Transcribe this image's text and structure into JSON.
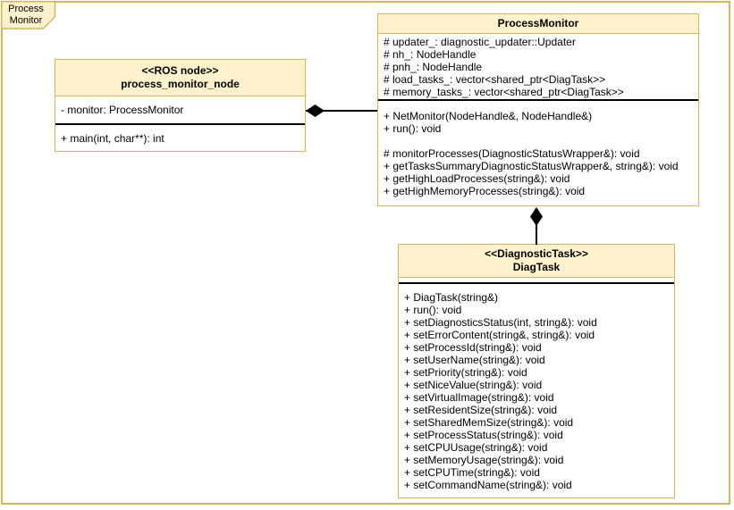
{
  "frame": {
    "label": "Process Monitor"
  },
  "classes": {
    "node": {
      "stereotype": "<<ROS node>>",
      "name": "process_monitor_node",
      "attributes": [
        "- monitor: ProcessMonitor"
      ],
      "methods": [
        "+ main(int, char**): int"
      ]
    },
    "monitor": {
      "name": "ProcessMonitor",
      "attributes": [
        "# updater_: diagnostic_updater::Updater",
        "# nh_: NodeHandle",
        "# pnh_: NodeHandle",
        "# load_tasks_: vector<shared_ptr<DiagTask>>",
        "# memory_tasks_: vector<shared_ptr<DiagTask>>"
      ],
      "methods": [
        "+ NetMonitor(NodeHandle&, NodeHandle&)",
        "+ run(): void",
        "",
        "# monitorProcesses(DiagnosticStatusWrapper&): void",
        "+ getTasksSummaryDiagnosticStatusWrapper&, string&): void",
        "+ getHighLoadProcesses(string&): void",
        "+ getHighMemoryProcesses(string&): void"
      ]
    },
    "diagtask": {
      "stereotype": "<<DiagnosticTask>>",
      "name": "DiagTask",
      "attributes": [],
      "methods": [
        "+ DiagTask(string&)",
        "+ run(): void",
        "+ setDiagnosticsStatus(int, string&): void",
        "+ setErrorContent(string&, string&): void",
        "+ setProcessId(string&): void",
        "+ setUserName(string&): void",
        "+ setPriority(string&): void",
        "+ setNiceValue(string&): void",
        "+ setVirtualImage(string&): void",
        "+ setResidentSize(string&): void",
        "+ setSharedMemSize(string&): void",
        "+ setProcessStatus(string&): void",
        "+ setCPUUsage(string&): void",
        "+ setMemoryUsage(string&): void",
        "+ setCPUTime(string&): void",
        "+ setCommandName(string&): void"
      ]
    }
  },
  "relations": [
    {
      "type": "composition",
      "owner": "process_monitor_node",
      "part": "ProcessMonitor"
    },
    {
      "type": "composition",
      "owner": "ProcessMonitor",
      "part": "DiagTask"
    }
  ],
  "colors": {
    "fill": "#FFF2CC",
    "stroke": "#D6B656",
    "separator": "#000000",
    "text": "#000000",
    "background": "#FFFFFF"
  }
}
